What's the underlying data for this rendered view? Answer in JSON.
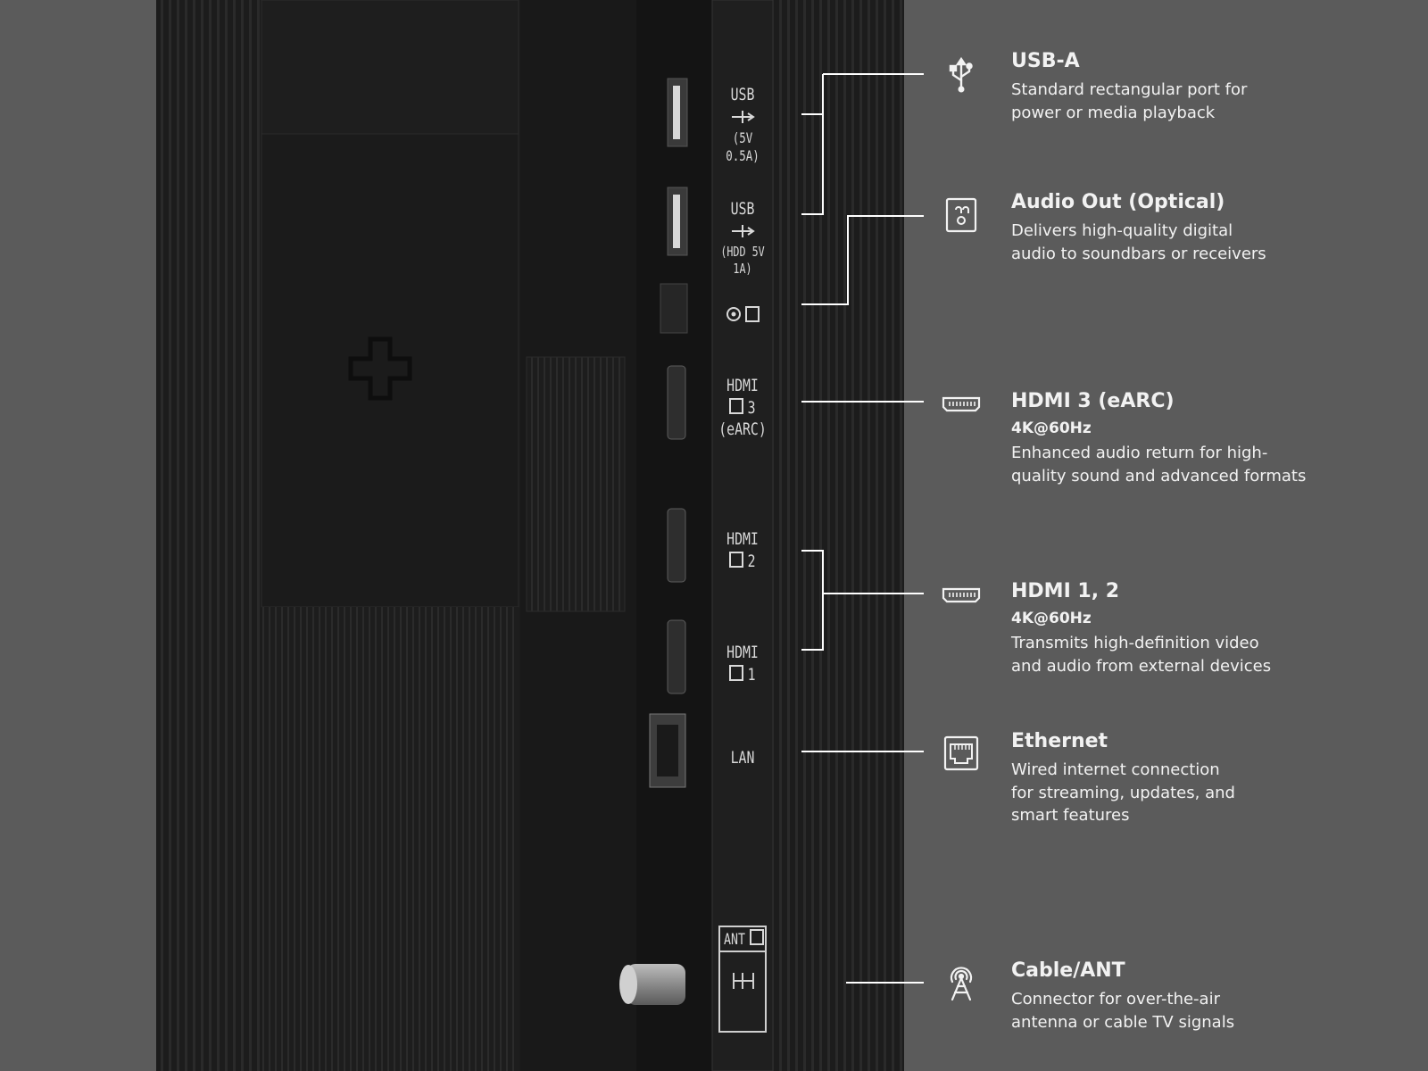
{
  "panel_labels": {
    "usb1": {
      "name": "USB",
      "rating": "(5V 0.5A)"
    },
    "usb2": {
      "name": "USB",
      "rating": "(HDD 5V 1A)"
    },
    "hdmi3": {
      "name": "HDMI",
      "number": "3",
      "extra": "(eARC)"
    },
    "hdmi2": {
      "name": "HDMI",
      "number": "2"
    },
    "hdmi1": {
      "name": "HDMI",
      "number": "1"
    },
    "lan": "LAN",
    "ant": "ANT"
  },
  "ports": [
    {
      "icon": "usb-icon",
      "title": "USB-A",
      "desc": "Standard rectangular port for\npower or media playback"
    },
    {
      "icon": "optical-audio-icon",
      "title": "Audio Out (Optical)",
      "desc": "Delivers high-quality digital\naudio to soundbars or receivers"
    },
    {
      "icon": "hdmi-icon",
      "title": "HDMI 3 (eARC)",
      "spec": "4K@60Hz",
      "desc": "Enhanced audio return for high-\nquality sound and advanced formats"
    },
    {
      "icon": "hdmi-icon",
      "title": "HDMI 1, 2",
      "spec": "4K@60Hz",
      "desc": "Transmits high-definition video\nand audio from external devices"
    },
    {
      "icon": "ethernet-icon",
      "title": "Ethernet",
      "desc": "Wired internet connection\nfor streaming, updates, and\nsmart features"
    },
    {
      "icon": "antenna-icon",
      "title": "Cable/ANT",
      "desc": "Connector for over-the-air\nantenna or cable TV signals"
    }
  ],
  "colors": {
    "background": "#5b5b5b",
    "tv_body": "#1a1a1a",
    "line": "#ffffff",
    "text": "#f2f2f2"
  }
}
